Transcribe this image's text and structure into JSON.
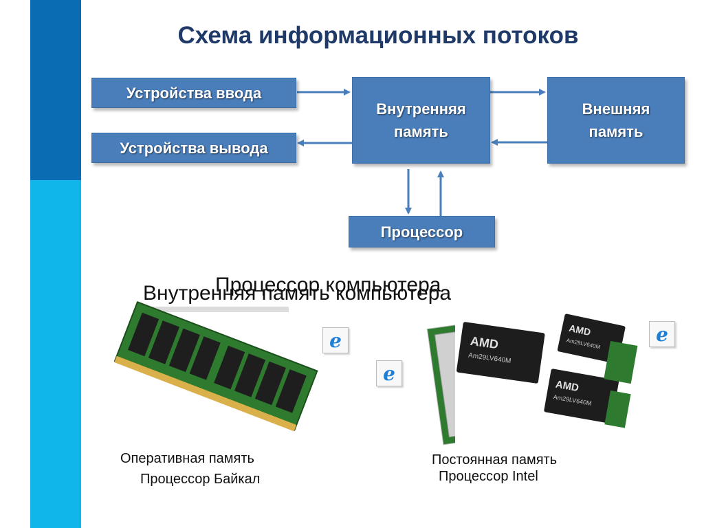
{
  "slide": {
    "title": "Схема информационных потоков"
  },
  "diagram": {
    "input_devices": "Устройства ввода",
    "output_devices": "Устройства вывода",
    "internal_memory": "Внутренняя\nпамять",
    "external_memory": "Внешняя\nпамять",
    "processor": "Процессор"
  },
  "overlay_texts": {
    "heading_processor": "Процессор компьютера",
    "heading_memory": "Внутренняя память компьютера"
  },
  "captions": {
    "ram": "Оперативная память",
    "baikal": "Процессор Байкал",
    "rom": "Постоянная память",
    "intel": "Процессор Intel"
  },
  "chip_labels": {
    "brand": "AMD",
    "model": "Am29LV640M"
  },
  "colors": {
    "box_fill": "#4a7ebb",
    "title_text": "#1f3a68",
    "sidebar_dark": "#0a6db3",
    "sidebar_light": "#10b5e9",
    "arrow": "#4a7ebb"
  },
  "icons": {
    "broken_image": "ie-icon"
  }
}
